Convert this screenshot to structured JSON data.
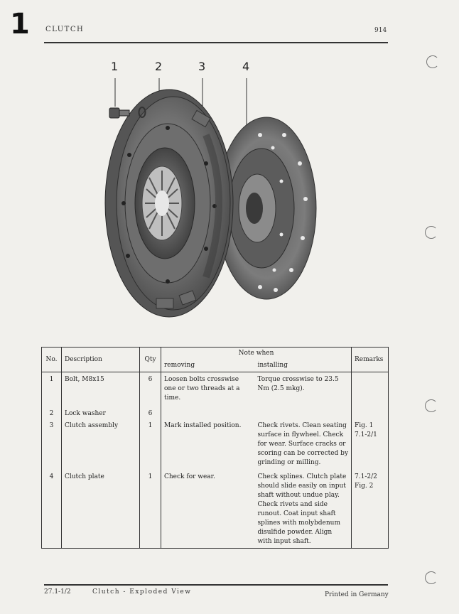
{
  "header": {
    "section_number": "1",
    "section_title": "CLUTCH",
    "model": "914"
  },
  "figure": {
    "callouts": [
      "1",
      "2",
      "3",
      "4"
    ]
  },
  "table": {
    "headers": {
      "no": "No.",
      "description": "Description",
      "qty": "Qty",
      "note_when": "Note when",
      "removing": "removing",
      "installing": "installing",
      "remarks": "Remarks"
    },
    "rows": [
      {
        "no": "1",
        "description": "Bolt, M8x15",
        "qty": "6",
        "removing": "Loosen bolts crosswise one or two threads at a time.",
        "installing": "Torque crosswise to 23.5 Nm (2.5 mkg).",
        "remarks": ""
      },
      {
        "no": "2",
        "description": "Lock washer",
        "qty": "6",
        "removing": "",
        "installing": "",
        "remarks": ""
      },
      {
        "no": "3",
        "description": "Clutch assembly",
        "qty": "1",
        "removing": "Mark installed position.",
        "installing": "Check rivets. Clean seating surface in flywheel. Check for wear. Surface cracks or scoring can be corrected by grinding or milling.",
        "remarks": "Fig. 1 7.1-2/1"
      },
      {
        "no": "4",
        "description": "Clutch plate",
        "qty": "1",
        "removing": "Check for wear.",
        "installing": "Check splines. Clutch plate should slide easily on input shaft without undue play. Check rivets and side runout. Coat input shaft splines with molybdenum disulfide powder. Align with input shaft.",
        "remarks": "7.1-2/2 Fig. 2"
      }
    ]
  },
  "footer": {
    "page_ref": "27.1-1/2",
    "title": "Clutch - Exploded View",
    "printed": "Printed in Germany"
  },
  "colors": {
    "paper": "#f1f0ec",
    "ink": "#2a2a2a"
  }
}
